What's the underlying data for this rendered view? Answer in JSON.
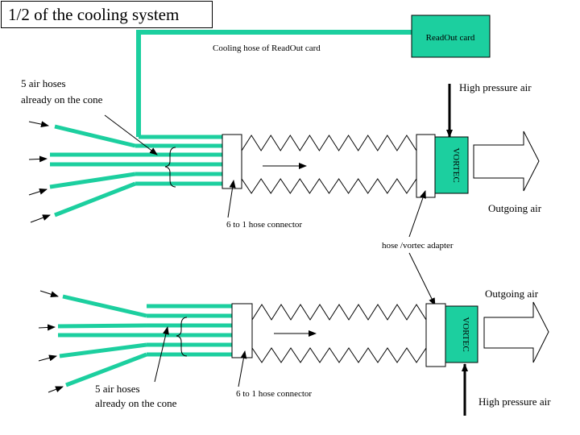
{
  "title": "1/2 of the cooling system",
  "colors": {
    "hose": "#1ccf9f",
    "card": "#1ccf9f",
    "line": "#000000"
  },
  "top_assembly": {
    "readout_card": "ReadOut card",
    "cooling_hose_label": "Cooling hose of ReadOut card",
    "high_pressure_air": "High pressure air",
    "air_hoses_line1": "5 air hoses",
    "air_hoses_line2": "already on the cone",
    "vortec": "VORTEC",
    "hose_connector": "6 to 1 hose connector",
    "outgoing_air": "Outgoing air"
  },
  "adapter_label": "hose /vortec adapter",
  "bottom_assembly": {
    "outgoing_air": "Outgoing air",
    "vortec": "VORTEC",
    "air_hoses_line1": "5 air hoses",
    "air_hoses_line2": "already on the cone",
    "hose_connector": "6 to 1 hose connector",
    "high_pressure_air": "High pressure air"
  }
}
